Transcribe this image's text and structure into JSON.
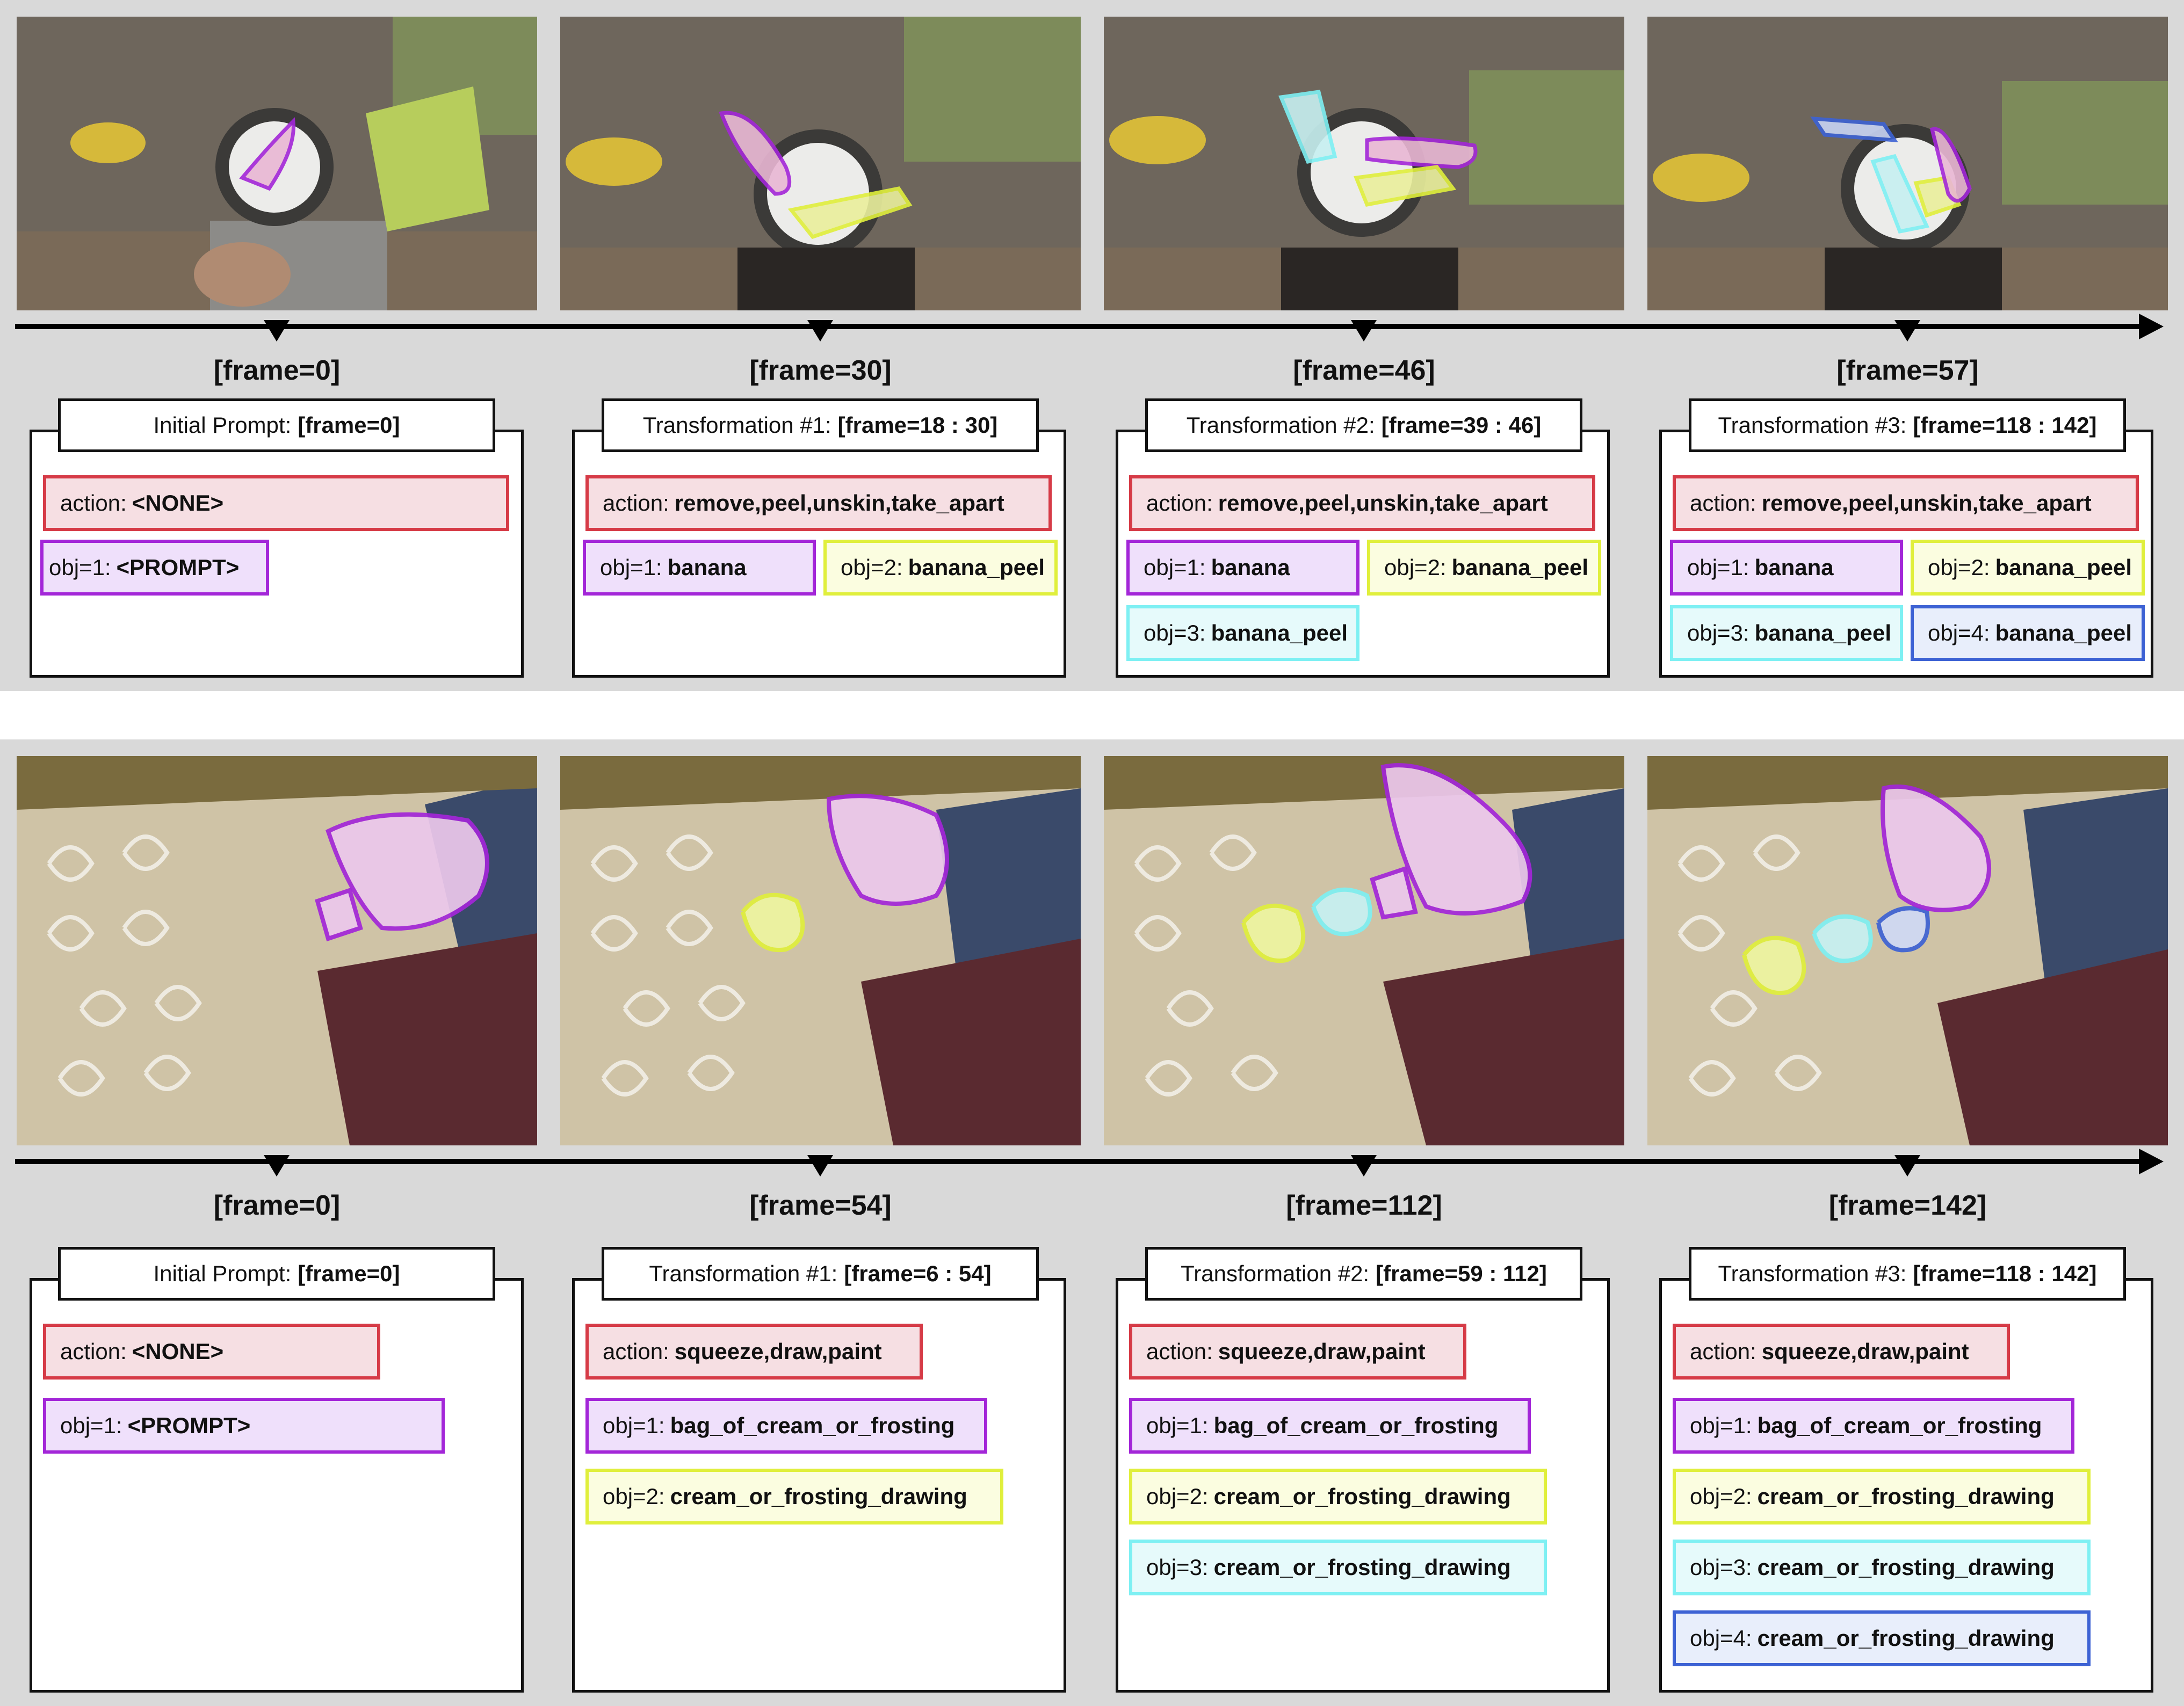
{
  "colors": {
    "action": "#d63b47",
    "obj1": "#a326d8",
    "obj2": "#e0ef3c",
    "obj3": "#7ef0f3",
    "obj4": "#3d62d4"
  },
  "rows": [
    {
      "frames": [
        "[frame=0]",
        "[frame=30]",
        "[frame=46]",
        "[frame=57]"
      ],
      "panels": [
        {
          "title_prefix": "Initial Prompt:",
          "title_value": "[frame=0]",
          "action_key": "action:",
          "action_value": "<NONE>",
          "objects": [
            {
              "key": "obj=1:",
              "value": "<PROMPT>"
            }
          ]
        },
        {
          "title_prefix": "Transformation #1:",
          "title_value": "[frame=18 : 30]",
          "action_key": "action:",
          "action_value": "remove,peel,unskin,take_apart",
          "objects": [
            {
              "key": "obj=1:",
              "value": "banana"
            },
            {
              "key": "obj=2:",
              "value": "banana_peel"
            }
          ]
        },
        {
          "title_prefix": "Transformation #2:",
          "title_value": "[frame=39 : 46]",
          "action_key": "action:",
          "action_value": "remove,peel,unskin,take_apart",
          "objects": [
            {
              "key": "obj=1:",
              "value": "banana"
            },
            {
              "key": "obj=2:",
              "value": "banana_peel"
            },
            {
              "key": "obj=3:",
              "value": "banana_peel"
            }
          ]
        },
        {
          "title_prefix": "Transformation #3:",
          "title_value": "[frame=118 : 142]",
          "action_key": "action:",
          "action_value": "remove,peel,unskin,take_apart",
          "objects": [
            {
              "key": "obj=1:",
              "value": "banana"
            },
            {
              "key": "obj=2:",
              "value": "banana_peel"
            },
            {
              "key": "obj=3:",
              "value": "banana_peel"
            },
            {
              "key": "obj=4:",
              "value": "banana_peel"
            }
          ]
        }
      ]
    },
    {
      "frames": [
        "[frame=0]",
        "[frame=54]",
        "[frame=112]",
        "[frame=142]"
      ],
      "panels": [
        {
          "title_prefix": "Initial Prompt:",
          "title_value": "[frame=0]",
          "action_key": "action:",
          "action_value": "<NONE>",
          "objects": [
            {
              "key": "obj=1:",
              "value": "<PROMPT>"
            }
          ]
        },
        {
          "title_prefix": "Transformation #1:",
          "title_value": "[frame=6 : 54]",
          "action_key": "action:",
          "action_value": "squeeze,draw,paint",
          "objects": [
            {
              "key": "obj=1:",
              "value": "bag_of_cream_or_frosting"
            },
            {
              "key": "obj=2:",
              "value": "cream_or_frosting_drawing"
            }
          ]
        },
        {
          "title_prefix": "Transformation #2:",
          "title_value": "[frame=59 : 112]",
          "action_key": "action:",
          "action_value": "squeeze,draw,paint",
          "objects": [
            {
              "key": "obj=1:",
              "value": "bag_of_cream_or_frosting"
            },
            {
              "key": "obj=2:",
              "value": "cream_or_frosting_drawing"
            },
            {
              "key": "obj=3:",
              "value": "cream_or_frosting_drawing"
            }
          ]
        },
        {
          "title_prefix": "Transformation #3:",
          "title_value": "[frame=118 : 142]",
          "action_key": "action:",
          "action_value": "squeeze,draw,paint",
          "objects": [
            {
              "key": "obj=1:",
              "value": "bag_of_cream_or_frosting"
            },
            {
              "key": "obj=2:",
              "value": "cream_or_frosting_drawing"
            },
            {
              "key": "obj=3:",
              "value": "cream_or_frosting_drawing"
            },
            {
              "key": "obj=4:",
              "value": "cream_or_frosting_drawing"
            }
          ]
        }
      ]
    }
  ]
}
